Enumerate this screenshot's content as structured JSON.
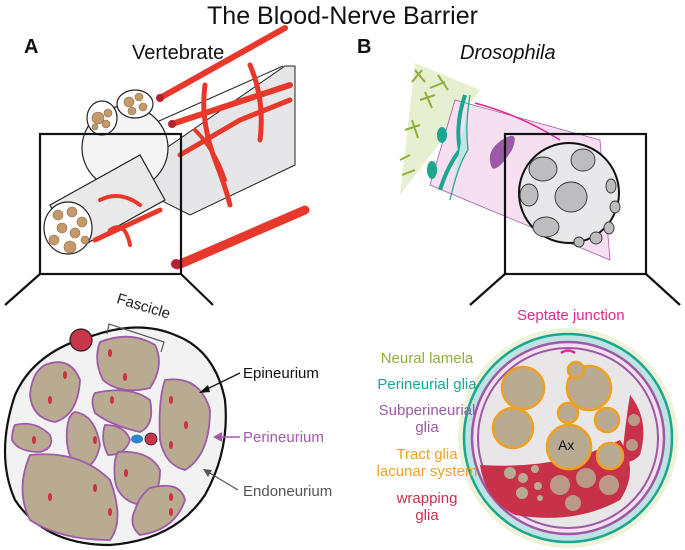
{
  "title": "The Blood-Nerve Barrier",
  "panels": {
    "a": {
      "letter": "A",
      "title": "Vertebrate",
      "labels": {
        "fascicle": "Fascicle",
        "epineurium": "Epineurium",
        "perineurium": "Perineurium",
        "endoneurium": "Endoneurium"
      }
    },
    "b": {
      "letter": "B",
      "title": "Drosophila",
      "labels": {
        "septate_junction": "Septate junction",
        "neural_lamela": "Neural lamela",
        "perineurial_glia": "Perineurial glia",
        "subperineurial_glia_1": "Subperineurial",
        "subperineurial_glia_2": "glia",
        "tract_glia_1": "Tract glia",
        "tract_glia_2": "lacunar system",
        "wrapping_glia_1": "wrapping",
        "wrapping_glia_2": "glia",
        "axon": "Ax"
      }
    }
  },
  "colors": {
    "vessel_red": "#e8382b",
    "axon_tan": "#c49a6c",
    "axon_beige": "#b8ab92",
    "perineurium_purple": "#a05aa8",
    "neural_lamela_green": "#8fae3a",
    "perineurial_teal": "#1aa68f",
    "subperineurial_purple": "#9b59a6",
    "tract_orange": "#f0a020",
    "wrapping_red": "#c8314a",
    "septate_pink": "#e02890"
  }
}
